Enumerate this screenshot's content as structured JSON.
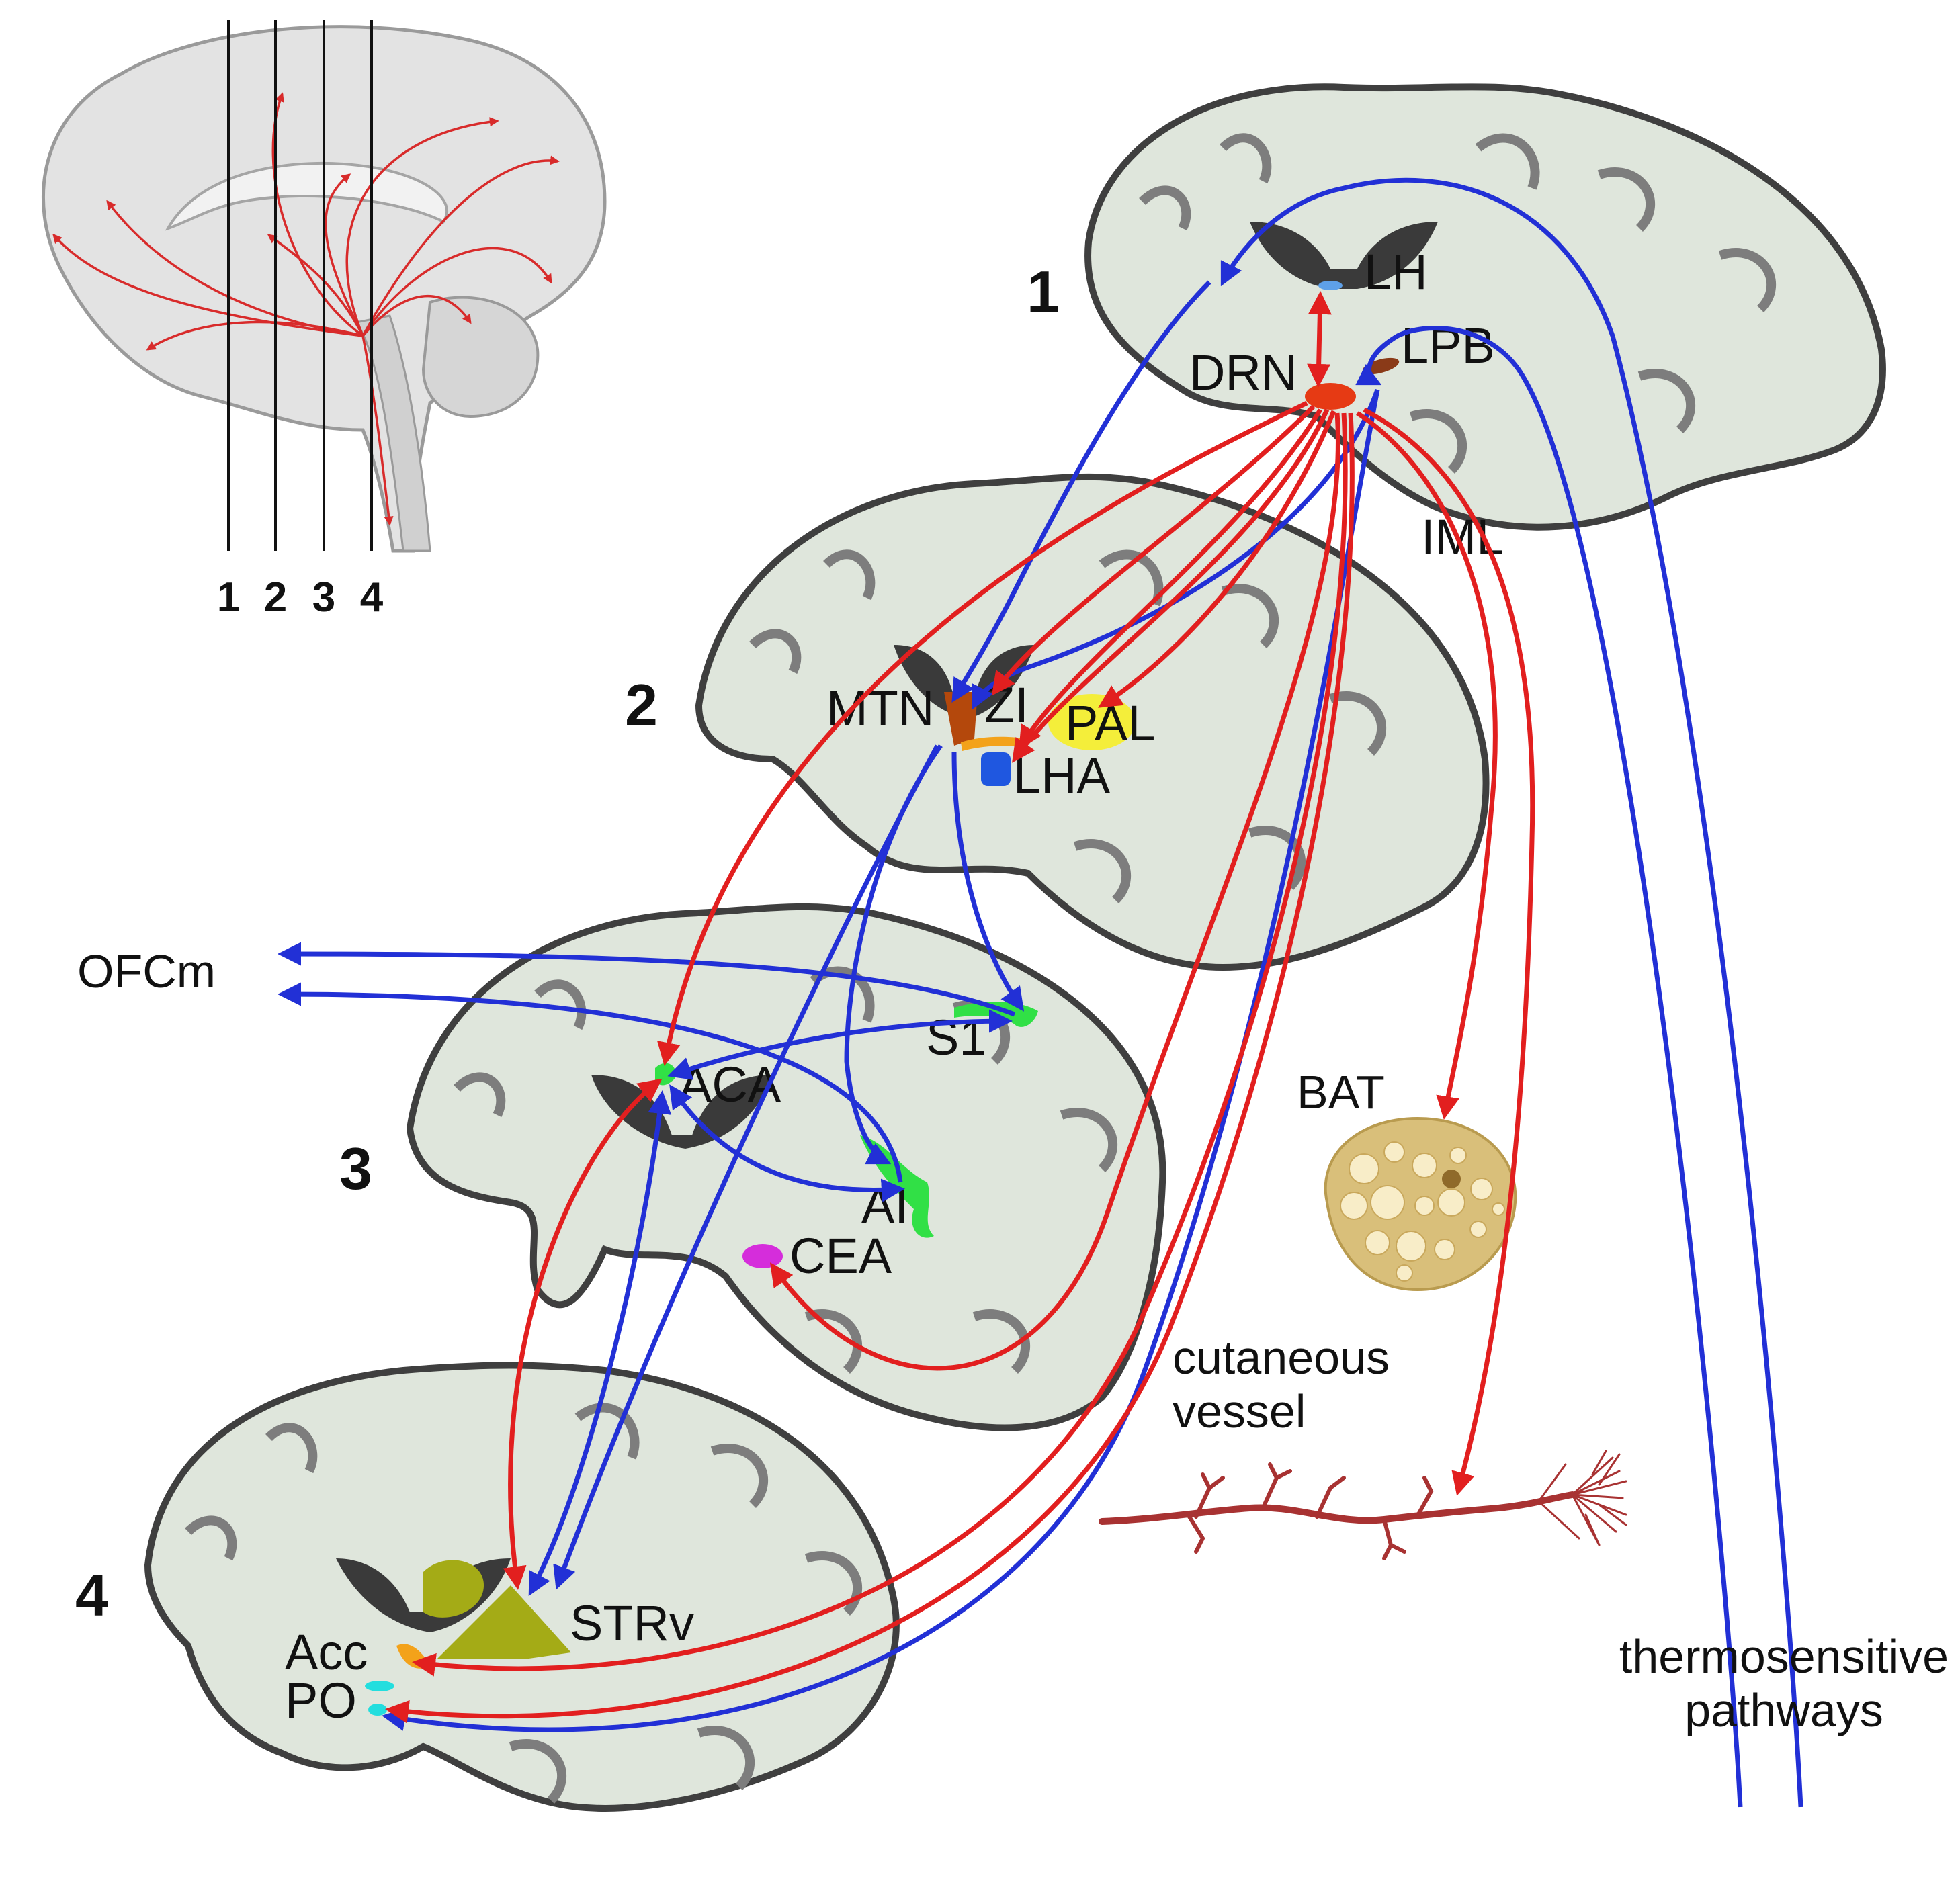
{
  "diagram": {
    "section_numbers": [
      "1",
      "2",
      "3",
      "4"
    ],
    "sagittal_slice_labels": [
      "1",
      "2",
      "3",
      "4"
    ],
    "regions": {
      "slice1": [
        "LH",
        "DRN",
        "LPB",
        "IML"
      ],
      "slice2": [
        "MTN",
        "ZI",
        "PAL",
        "LHA"
      ],
      "slice3": [
        "S1",
        "ACA",
        "AI",
        "CEA"
      ],
      "slice4": [
        "STRv",
        "Acc",
        "PO"
      ]
    },
    "outputs": {
      "ofcm": "OFCm",
      "bat": "BAT",
      "vessel_line1": "cutaneous",
      "vessel_line2": "vessel",
      "thermo_line1": "thermosensitive",
      "thermo_line2": "pathways"
    },
    "colors": {
      "red_projection": "#e21f1f",
      "blue_projection": "#2230d6",
      "brain_tissue": "#dfe6dc",
      "brain_outline": "#3a3a3a",
      "bat_fill": "#d9bf7a",
      "vessel": "#a83232"
    }
  }
}
